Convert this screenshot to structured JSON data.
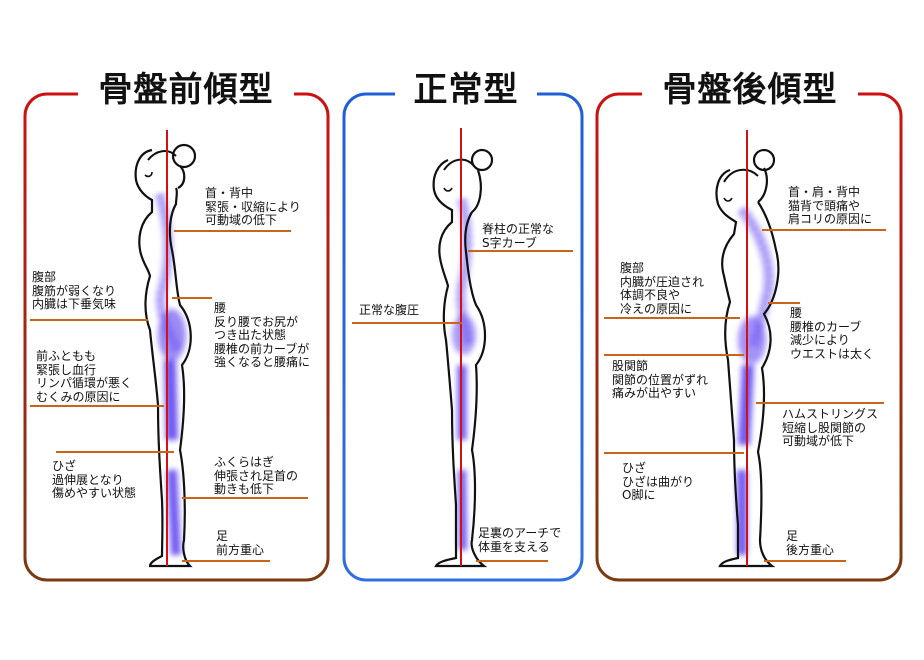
{
  "colors": {
    "anterior_frame_top": "#cc1111",
    "anterior_frame_bottom": "#7a3a12",
    "normal_frame_top": "#1f5fd6",
    "normal_frame_bottom": "#2f6fe0",
    "posterior_frame_top": "#cc1111",
    "posterior_frame_bottom": "#7a3a12",
    "plumb_line": "#d01212",
    "leader_line": "#c8651a",
    "spine_glow": "#5a3cf0"
  },
  "panels": {
    "anterior": {
      "title": "骨盤前傾型",
      "labels": {
        "neck": [
          "首・背中",
          "緊張・収縮により",
          "可動域の低下"
        ],
        "belly": [
          "腹部",
          "腹筋が弱くなり",
          "内臓は下垂気味"
        ],
        "waist": [
          "腰",
          "反り腰でお尻が",
          "つき出た状態",
          "腰椎の前カーブが",
          "強くなると腰痛に"
        ],
        "thigh": [
          "前ふともも",
          "緊張し血行",
          "リンパ循環が悪く",
          "むくみの原因に"
        ],
        "calf": [
          "ふくらはぎ",
          "伸張され足首の",
          "動きも低下"
        ],
        "knee": [
          "ひざ",
          "過伸展となり",
          "傷めやすい状態"
        ],
        "foot": [
          "足",
          "前方重心"
        ]
      }
    },
    "normal": {
      "title": "正常型",
      "labels": {
        "spine": [
          "脊柱の正常な",
          "S字カーブ"
        ],
        "abdomen": [
          "正常な腹圧"
        ],
        "arch": [
          "足裏のアーチで",
          "体重を支える"
        ]
      }
    },
    "posterior": {
      "title": "骨盤後傾型",
      "labels": {
        "neck": [
          "首・肩・背中",
          "猫背で頭痛や",
          "肩コリの原因に"
        ],
        "belly": [
          "腹部",
          "内臓が圧迫され",
          "体調不良や",
          "冷えの原因に"
        ],
        "waist": [
          "腰",
          "腰椎のカーブ",
          "減少により",
          "ウエストは太く"
        ],
        "hip": [
          "股関節",
          "関節の位置がずれ",
          "痛みが出やすい"
        ],
        "hamstring": [
          "ハムストリングス",
          "短縮し股関節の",
          "可動域が低下"
        ],
        "knee": [
          "ひざ",
          "ひざは曲がり",
          "O脚に"
        ],
        "foot": [
          "足",
          "後方重心"
        ]
      }
    }
  }
}
